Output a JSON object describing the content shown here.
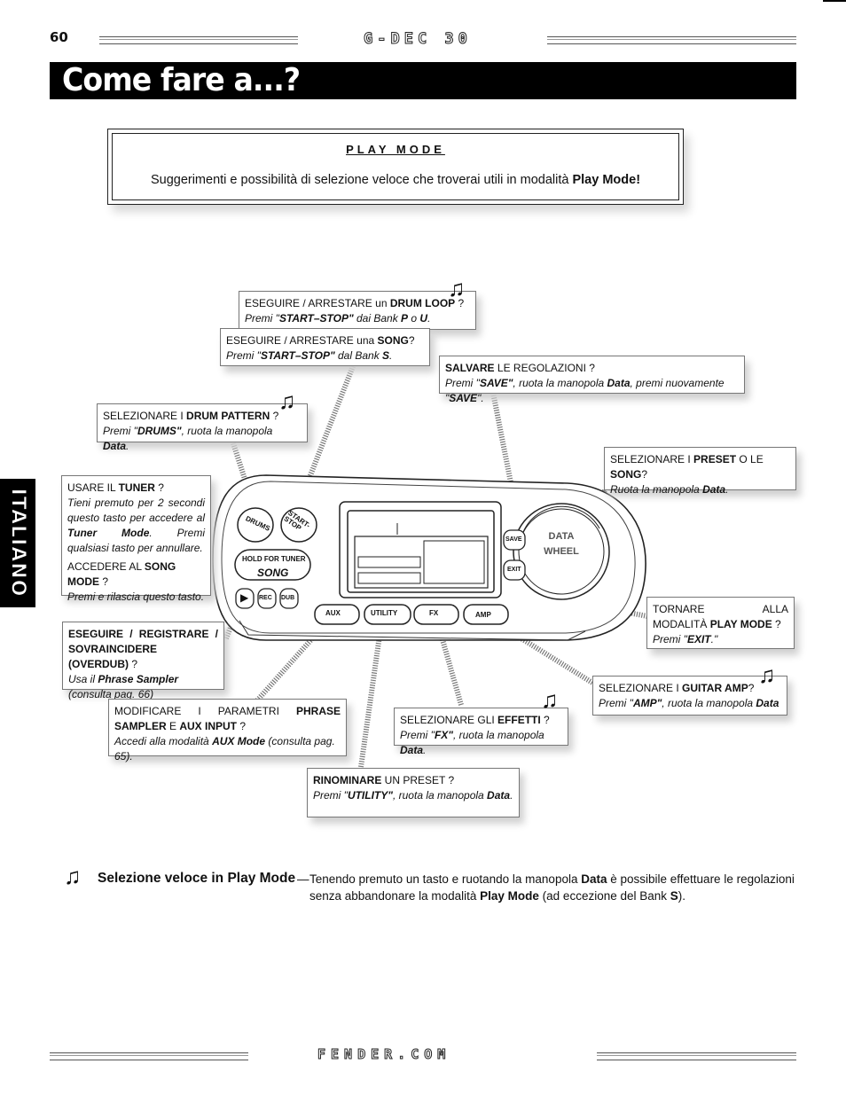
{
  "page_number": "60",
  "header_brand": "G-DEC 30",
  "footer_brand": "FENDER.COM",
  "title": "Come fare a...?",
  "side_tab": "ITALIANO",
  "play_mode": {
    "title": "PLAY MODE",
    "body": "Suggerimenti e possibilità di selezione veloce che troverai utili in modalità ",
    "body_bold": "Play Mode!"
  },
  "device": {
    "drums": "DRUMS",
    "start_stop": "START-STOP",
    "hold_for_tuner": "HOLD FOR TUNER",
    "song": "SONG",
    "play": "▶",
    "rec": "REC",
    "dub": "DUB",
    "aux": "AUX",
    "utility": "UTILITY",
    "fx": "FX",
    "amp": "AMP",
    "save": "SAVE",
    "exit": "EXIT",
    "data": "DATA",
    "wheel": "WHEEL"
  },
  "callouts": {
    "drum_loop": {
      "t1": "ESEGUIRE / ARRESTARE un ",
      "b1": "DRUM LOOP",
      "t2": " ?",
      "s1": "Premi \"",
      "sb1": "START–STOP\"",
      "s2": " dai Bank ",
      "sb2": "P",
      "s3": " o ",
      "sb3": "U",
      "s4": "."
    },
    "song": {
      "t1": "ESEGUIRE / ARRESTARE una ",
      "b1": "SONG",
      "t2": "?",
      "s1": "Premi \"",
      "sb1": "START–STOP\"",
      "s2": " dal Bank ",
      "sb2": "S",
      "s3": "."
    },
    "save": {
      "b1": "SALVARE",
      "t1": " LE REGOLAZIONI ?",
      "s1": "Premi \"",
      "sb1": "SAVE\"",
      "s2": ", ruota la manopola ",
      "sb2": "Data",
      "s3": ", premi nuovamente \"",
      "sb3": "SAVE",
      "s4": "\"."
    },
    "drum_pattern": {
      "t1": "SELEZIONARE I ",
      "b1": "DRUM PATTERN",
      "t2": " ?",
      "s1": "Premi \"",
      "sb1": "DRUMS\"",
      "s2": ", ruota la manopola ",
      "sb2": "Data",
      "s3": "."
    },
    "preset": {
      "t1": "SELEZIONARE I ",
      "b1": "PRESET",
      "t2": " O LE ",
      "b2": "SONG",
      "t3": "?",
      "s1": "Ruota la manopola ",
      "sb1": "Data",
      "s2": "."
    },
    "tuner": {
      "t1": "USARE IL ",
      "b1": "TUNER",
      "t2": "  ?",
      "s1": "Tieni premuto per 2 secondi questo tasto per accedere al ",
      "sb1": "Tuner Mode",
      "s2": ". Premi qualsiasi tasto per annullare.",
      "t3": "ACCEDERE AL ",
      "b2": "SONG MODE",
      "t4": " ?",
      "s3": "Premi e rilascia questo tasto."
    },
    "exit": {
      "t1": "TORNARE ALLA MODALITÀ ",
      "b1": "PLAY MODE",
      "t2": " ?",
      "s1": "Premi \"",
      "sb1": "EXIT",
      "s2": ".\""
    },
    "overdub": {
      "b1": "ESEGUIRE / REGISTRARE / SOVRAINCIDERE (OVERDUB)",
      "t1": " ?",
      "s1": "Usa il ",
      "sb1": "Phrase Sampler",
      "s2": "(consulta pag. 66)"
    },
    "guitar_amp": {
      "t1": "SELEZIONARE I ",
      "b1": "GUITAR AMP",
      "t2": "?",
      "s1": "Premi \"",
      "sb1": "AMP\"",
      "s2": ", ruota la manopola ",
      "sb2": "Data"
    },
    "aux": {
      "t1": "MODIFICARE I PARAMETRI ",
      "b1": "PHRASE SAMPLER",
      "t2": " E ",
      "b2": "AUX INPUT",
      "t3": " ?",
      "s1": "Accedi alla modalità ",
      "sb1": "AUX Mode",
      "s2": " (consulta pag. 65)."
    },
    "effects": {
      "t1": "SELEZIONARE GLI ",
      "b1": "EFFETTI",
      "t2": " ?",
      "s1": "Premi \"",
      "sb1": "FX\"",
      "s2": ", ruota la manopola ",
      "sb2": "Data",
      "s3": "."
    },
    "rename": {
      "b1": "RINOMINARE",
      "t1": " UN PRESET ?",
      "s1": "Premi \"",
      "sb1": "UTILITY\"",
      "s2": ", ruota la manopola ",
      "sb2": "Data",
      "s3": "."
    }
  },
  "quick_select": {
    "heading": "Selezione veloce in Play Mode",
    "dash": "—",
    "p1": "Tenendo premuto un tasto e ruotando la manopola ",
    "b1": "Data",
    "p2": " è possibile effettuare le regolazioni senza abbandonare la modalità ",
    "b2": "Play Mode",
    "p3": " (ad eccezione del Bank ",
    "b3": "S",
    "p4": ")."
  },
  "icons": {
    "note": "music-note-icon"
  }
}
